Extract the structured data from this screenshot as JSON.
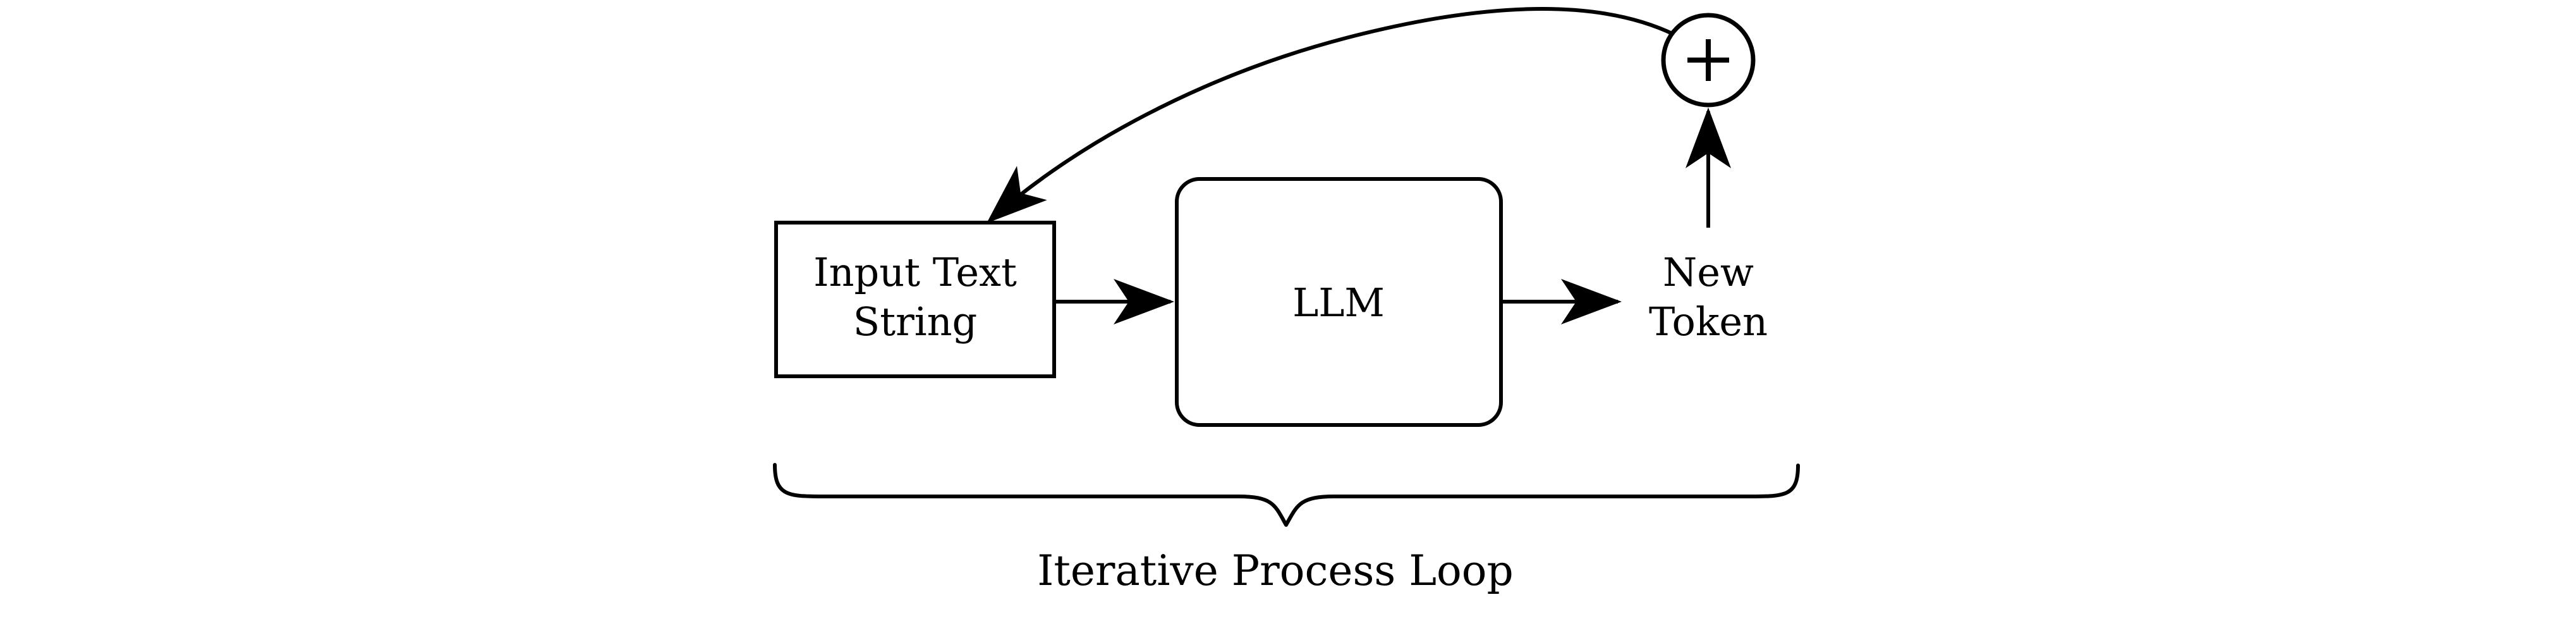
{
  "diagram": {
    "title": "Iterative Process Loop",
    "background_color": "#ffffff",
    "stroke_color": "#000000",
    "nodes": {
      "input": {
        "id": "input-text-string",
        "shape": "rectangle",
        "label_line1": "Input Text",
        "label_line2": "String"
      },
      "llm": {
        "id": "llm",
        "shape": "rounded-rectangle",
        "label": "LLM"
      },
      "new_token": {
        "id": "new-token",
        "shape": "text",
        "label_line1": "New",
        "label_line2": "Token"
      },
      "adder": {
        "id": "adder",
        "shape": "circle",
        "label": "+"
      }
    },
    "edges": [
      {
        "id": "input-to-llm",
        "from": "input-text-string",
        "to": "llm",
        "style": "straight-arrow",
        "label": ""
      },
      {
        "id": "llm-to-new-token",
        "from": "llm",
        "to": "new-token",
        "style": "straight-arrow",
        "label": ""
      },
      {
        "id": "new-token-to-adder",
        "from": "new-token",
        "to": "adder",
        "style": "straight-arrow-up",
        "label": ""
      },
      {
        "id": "adder-to-input-feedback",
        "from": "adder",
        "to": "input-text-string",
        "style": "curved-arrow",
        "label": ""
      }
    ],
    "annotations": {
      "brace_caption": "Iterative Process Loop"
    }
  }
}
